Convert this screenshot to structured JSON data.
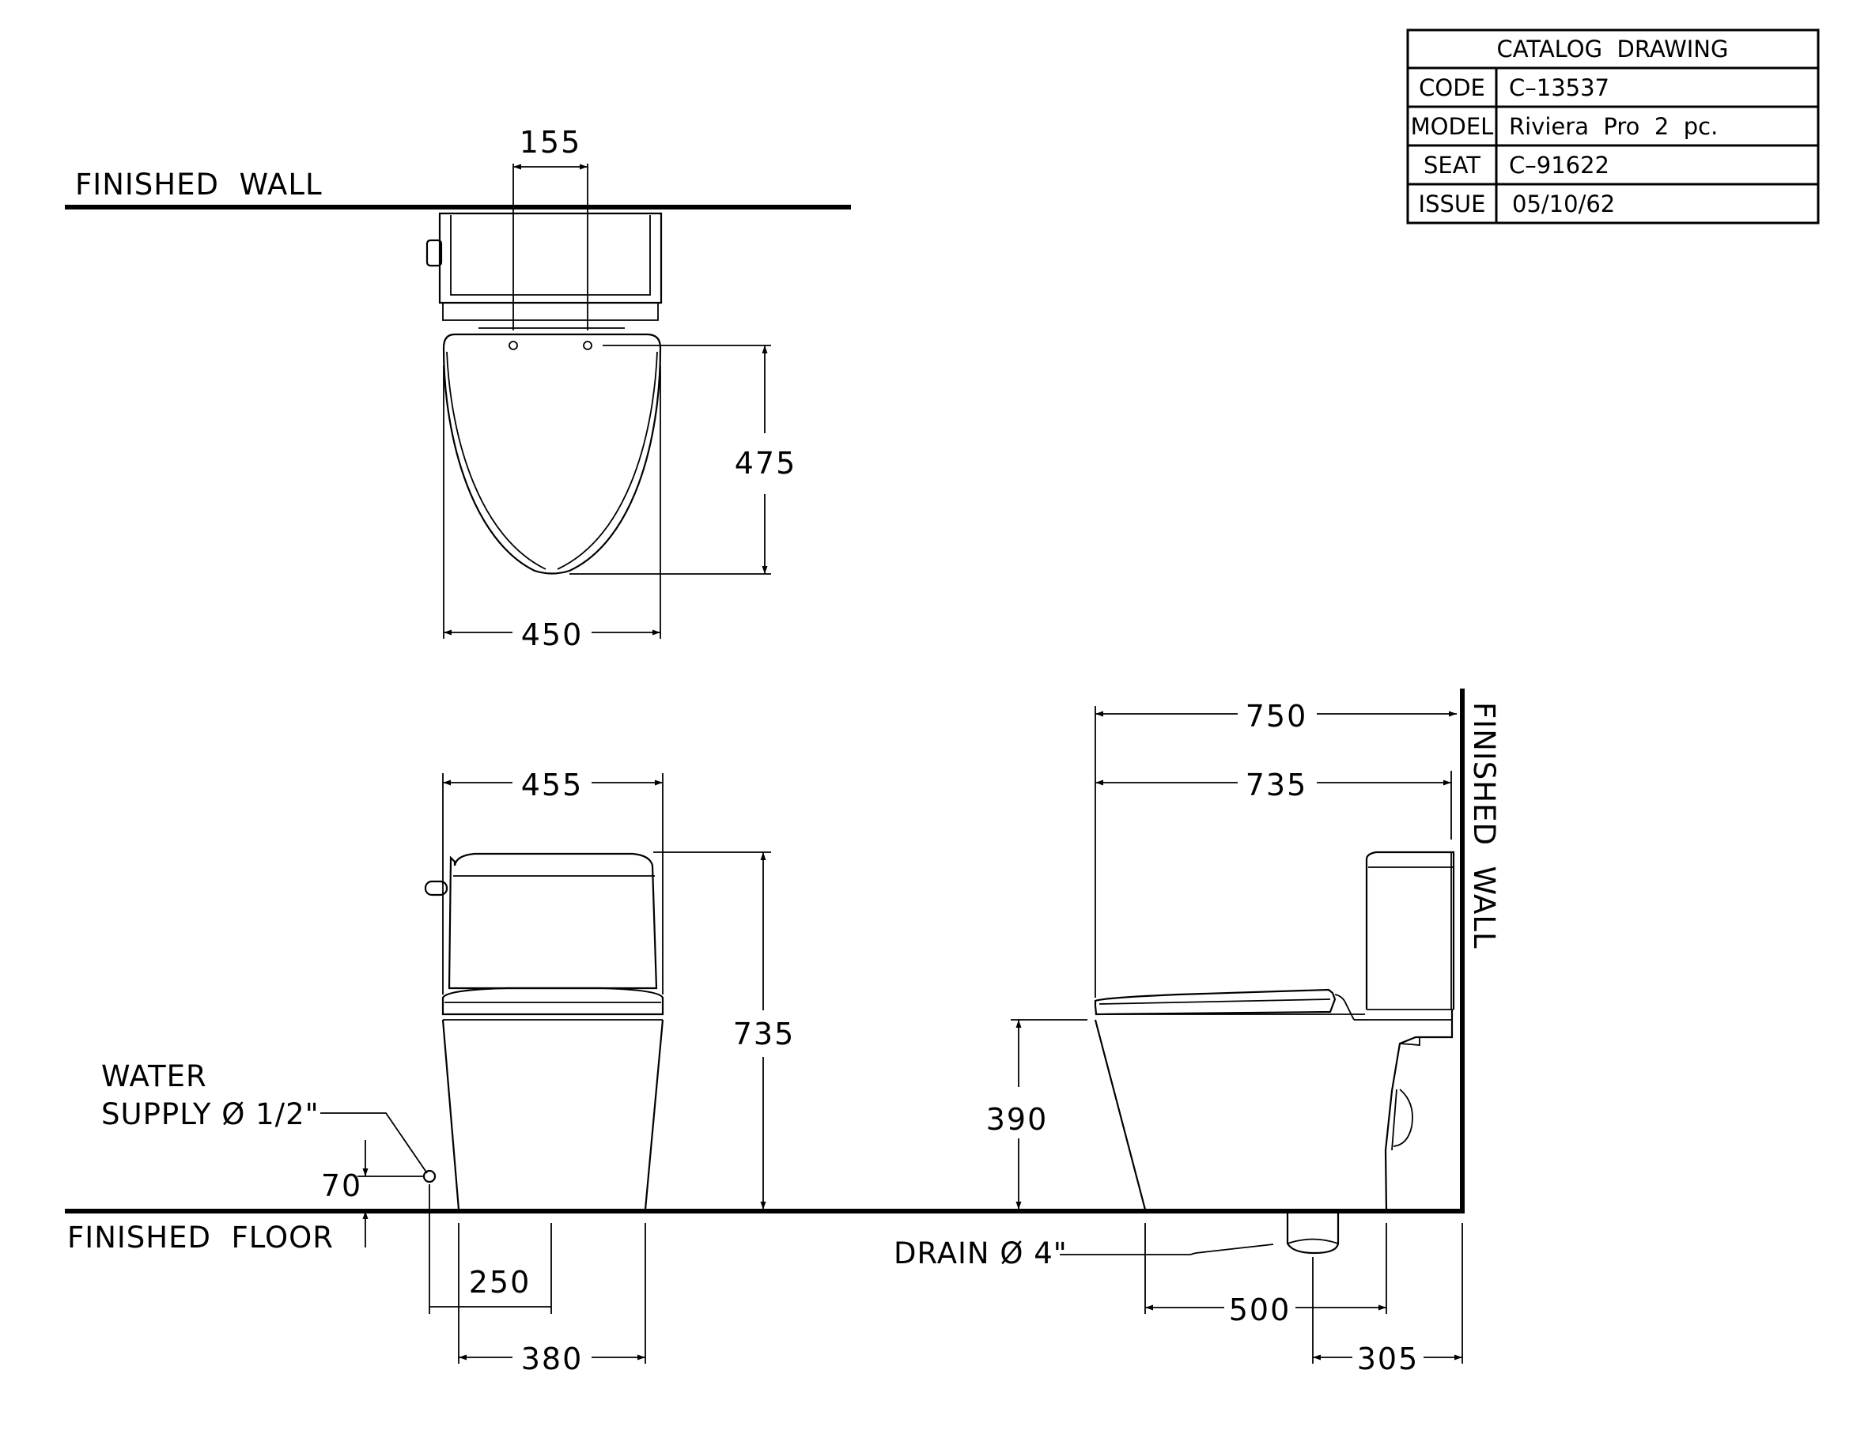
{
  "title_block": {
    "heading": "CATALOG  DRAWING",
    "rows": [
      {
        "label": "CODE",
        "value": "C–13537"
      },
      {
        "label": "MODEL",
        "value": "Riviera  Pro  2  pc."
      },
      {
        "label": "SEAT",
        "value": "C–91622"
      },
      {
        "label": "ISSUE",
        "value": "05/10/62"
      }
    ]
  },
  "labels": {
    "finished_wall_top": "FINISHED  WALL",
    "finished_wall_side": "FINISHED  WALL",
    "finished_floor": "FINISHED  FLOOR",
    "water_supply_1": "WATER",
    "water_supply_2": "SUPPLY Ø 1/2\"",
    "drain": "DRAIN Ø 4\""
  },
  "dimensions": {
    "top_hole_spacing": "155",
    "top_seat_depth": "475",
    "top_width": "450",
    "front_width": "455",
    "front_height": "735",
    "supply_height": "70",
    "supply_offset": "250",
    "base_width": "380",
    "side_overall": "750",
    "side_body": "735",
    "seat_height": "390",
    "base_depth": "500",
    "drain_rough_in": "305"
  }
}
